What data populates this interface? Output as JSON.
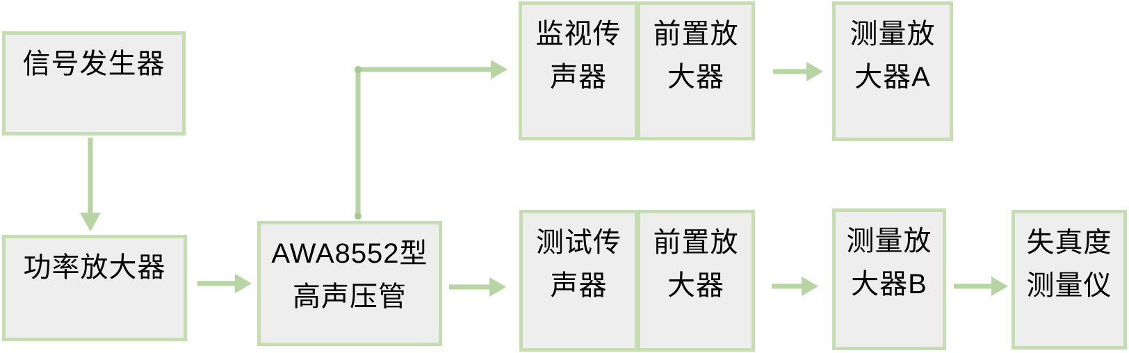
{
  "diagram_type": "flowchart",
  "colors": {
    "bg": "#ffffff",
    "box_fill": "#eeeeee",
    "box_border": "#c4deb1",
    "arrow": "#b6d5a2",
    "joint": "#a6c98c",
    "text": "#000000"
  },
  "boxes": {
    "signal_generator": {
      "lines": [
        "信号发生器"
      ]
    },
    "power_amplifier": {
      "lines": [
        "功率放大器"
      ]
    },
    "awa8552_tube": {
      "lines": [
        "AWA8552型",
        "高声压管"
      ]
    },
    "monitor_microphone": {
      "lines": [
        "监视传",
        "声器"
      ]
    },
    "preamp_top": {
      "lines": [
        "前置放",
        "大器"
      ]
    },
    "measuring_amp_a": {
      "lines": [
        "测量放",
        "大器A"
      ]
    },
    "test_microphone": {
      "lines": [
        "测试传",
        "声器"
      ]
    },
    "preamp_bottom": {
      "lines": [
        "前置放",
        "大器"
      ]
    },
    "measuring_amp_b": {
      "lines": [
        "测量放",
        "大器B"
      ]
    },
    "distortion_meter": {
      "lines": [
        "失真度",
        "测量仪"
      ]
    }
  },
  "connections": [
    {
      "from": "signal_generator",
      "to": "power_amplifier",
      "shape": "straight-down"
    },
    {
      "from": "power_amplifier",
      "to": "awa8552_tube",
      "shape": "straight-right"
    },
    {
      "from": "awa8552_tube",
      "to": "monitor_microphone",
      "shape": "elbow-up-right"
    },
    {
      "from": "awa8552_tube",
      "to": "test_microphone",
      "shape": "straight-right"
    },
    {
      "from": "preamp_top",
      "to": "measuring_amp_a",
      "shape": "straight-right"
    },
    {
      "from": "preamp_bottom",
      "to": "measuring_amp_b",
      "shape": "straight-right"
    },
    {
      "from": "measuring_amp_b",
      "to": "distortion_meter",
      "shape": "straight-right"
    }
  ]
}
